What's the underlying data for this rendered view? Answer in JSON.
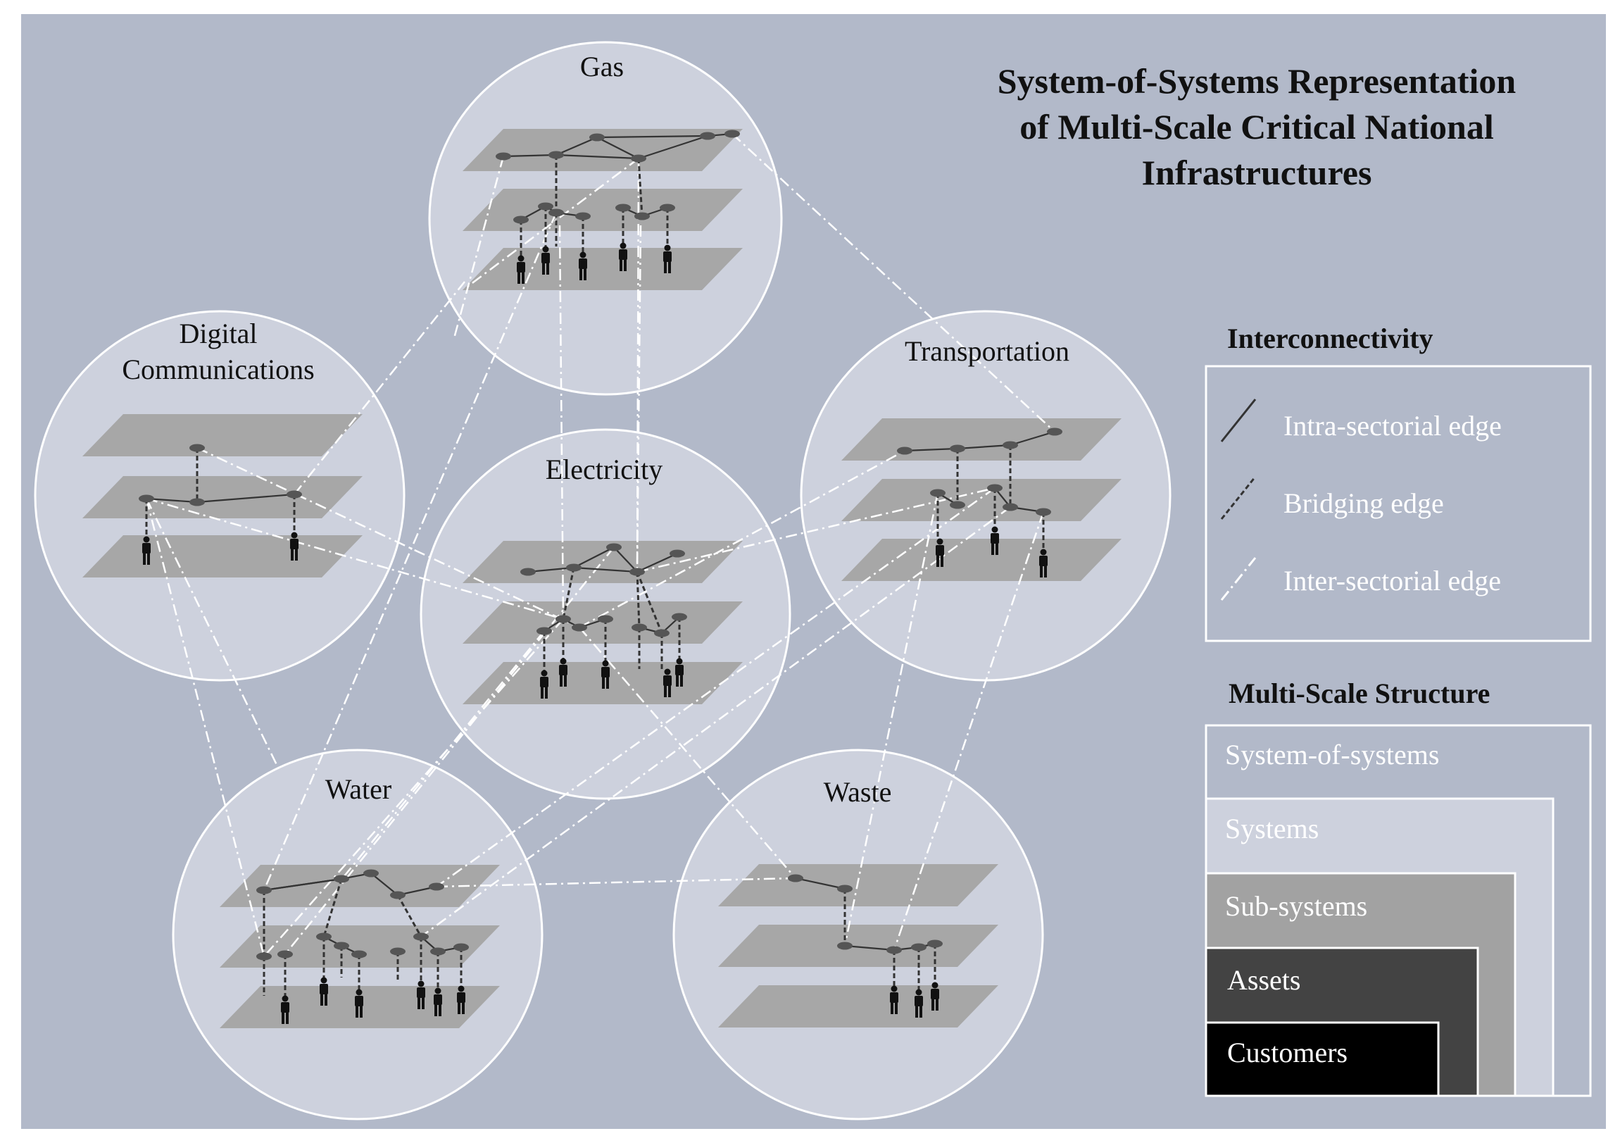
{
  "title": {
    "lines": [
      "System-of-Systems Representation",
      "of Multi-Scale Critical National",
      "Infrastructures"
    ]
  },
  "sectors": {
    "gas": "Gas",
    "digital": [
      "Digital",
      "Communications"
    ],
    "transportation": "Transportation",
    "electricity": "Electricity",
    "water": "Water",
    "waste": "Waste"
  },
  "interconnectivity": {
    "heading": "Interconnectivity",
    "items": [
      "Intra-sectorial edge",
      "Bridging edge",
      "Inter-sectorial edge"
    ]
  },
  "multiscale": {
    "heading": "Multi-Scale Structure",
    "levels": [
      "System-of-systems",
      "Systems",
      "Sub-systems",
      "Assets",
      "Customers"
    ]
  },
  "colors": {
    "background": "#b2b9c9",
    "circle_fill": "#cdd1dd",
    "circle_stroke": "#ffffff",
    "plane": "#a7a7a7",
    "node": "#555555",
    "intra_edge": "#333333",
    "bridging_edge": "#333333",
    "inter_edge": "#ffffff",
    "customer_icon": "#111111",
    "level_sos": "#b2b9c9",
    "level_systems": "#cdd1dd",
    "level_subsystems": "#a2a2a2",
    "level_assets": "#434343",
    "level_customers": "#000000"
  }
}
